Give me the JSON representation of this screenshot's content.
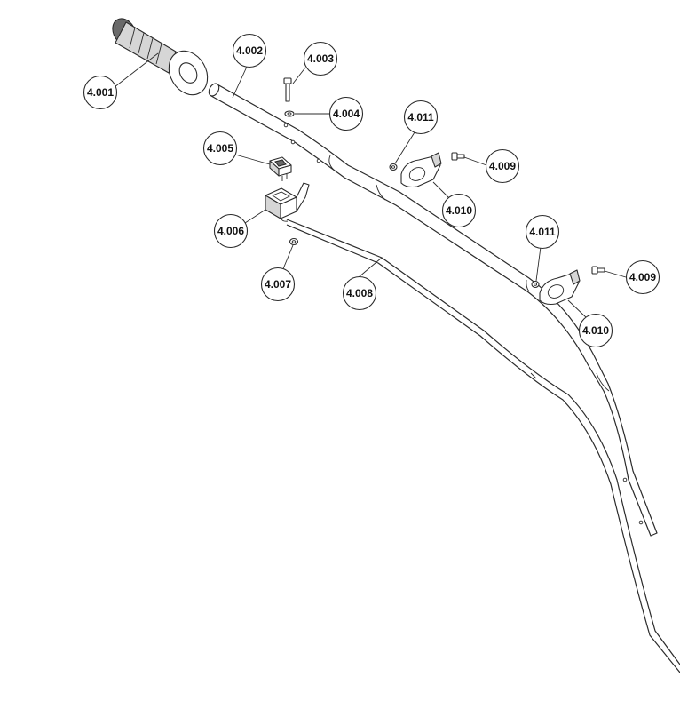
{
  "diagram": {
    "parts": [
      {
        "id": "p4001",
        "label": "4.001",
        "name": "grip"
      },
      {
        "id": "p4002",
        "label": "4.002",
        "name": "handlebar-tube"
      },
      {
        "id": "p4003",
        "label": "4.003",
        "name": "bolt"
      },
      {
        "id": "p4004",
        "label": "4.004",
        "name": "washer"
      },
      {
        "id": "p4005",
        "label": "4.005",
        "name": "switch"
      },
      {
        "id": "p4006",
        "label": "4.006",
        "name": "switch-housing"
      },
      {
        "id": "p4007",
        "label": "4.007",
        "name": "nut"
      },
      {
        "id": "p4008",
        "label": "4.008",
        "name": "cable"
      },
      {
        "id": "p4009a",
        "label": "4.009",
        "name": "screw"
      },
      {
        "id": "p4010a",
        "label": "4.010",
        "name": "clamp"
      },
      {
        "id": "p4011a",
        "label": "4.011",
        "name": "nut"
      },
      {
        "id": "p4009b",
        "label": "4.009",
        "name": "screw"
      },
      {
        "id": "p4010b",
        "label": "4.010",
        "name": "clamp"
      },
      {
        "id": "p4011b",
        "label": "4.011",
        "name": "nut"
      }
    ]
  }
}
